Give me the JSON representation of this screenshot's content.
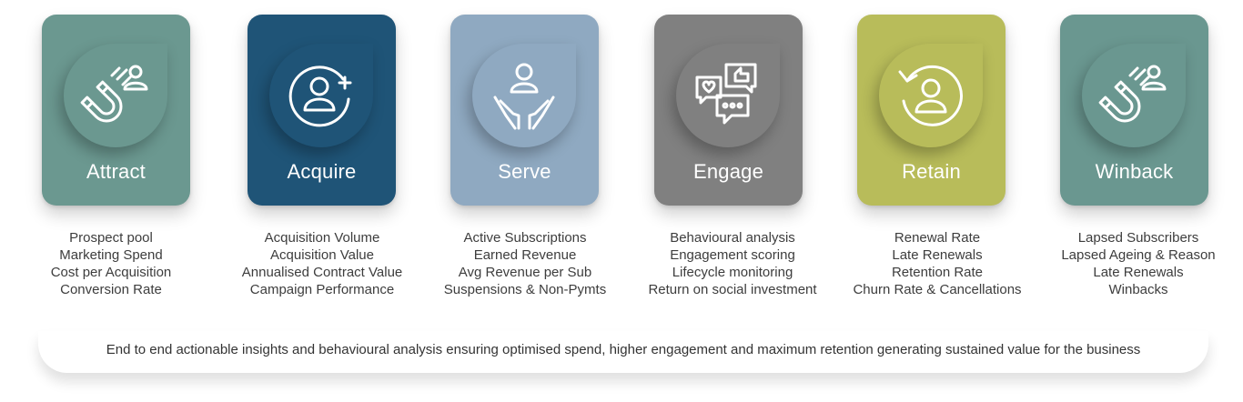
{
  "stages": [
    {
      "title": "Attract",
      "color": "#6b9890",
      "icon": "magnet-user-icon",
      "metrics": [
        "Prospect pool",
        "Marketing Spend",
        "Cost per Acquisition",
        "Conversion Rate"
      ]
    },
    {
      "title": "Acquire",
      "color": "#1f5477",
      "icon": "add-user-icon",
      "metrics": [
        "Acquisition Volume",
        "Acquisition Value",
        "Annualised Contract Value",
        "Campaign Performance"
      ]
    },
    {
      "title": "Serve",
      "color": "#8fa9c1",
      "icon": "hands-user-icon",
      "metrics": [
        "Active Subscriptions",
        "Earned Revenue",
        "Avg Revenue per Sub",
        "Suspensions & Non-Pymts"
      ]
    },
    {
      "title": "Engage",
      "color": "#808080",
      "icon": "chat-bubbles-icon",
      "metrics": [
        "Behavioural analysis",
        "Engagement scoring",
        "Lifecycle monitoring",
        "Return on social investment"
      ]
    },
    {
      "title": "Retain",
      "color": "#b8bc5a",
      "icon": "retain-user-icon",
      "metrics": [
        "Renewal Rate",
        "Late Renewals",
        "Retention Rate",
        "Churn Rate & Cancellations"
      ]
    },
    {
      "title": "Winback",
      "color": "#6a9790",
      "icon": "magnet-user-icon",
      "metrics": [
        "Lapsed Subscribers",
        "Lapsed Ageing & Reason",
        "Late Renewals",
        "Winbacks"
      ]
    }
  ],
  "banner": {
    "text": "End to end actionable insights and behavioural analysis ensuring optimised spend, higher engagement and maximum retention generating sustained value for the business"
  }
}
